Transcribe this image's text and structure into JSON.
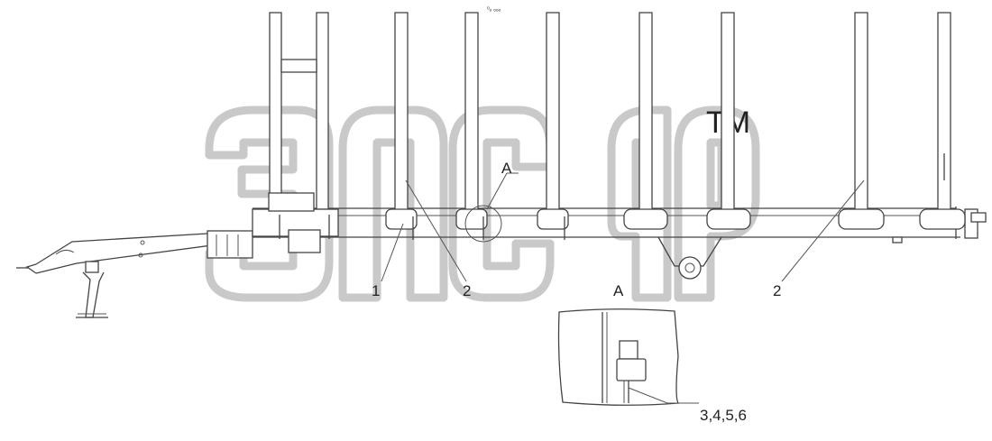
{
  "diagram": {
    "watermark": {
      "trademark": "TM"
    },
    "top_note": "ᵒₒ ₒₒₒ",
    "callouts": {
      "part_1": "1",
      "part_2_left": "2",
      "part_2_right": "2",
      "view_a_marker": "A",
      "view_a_title": "A",
      "fasteners": "3,4,5,6"
    }
  }
}
